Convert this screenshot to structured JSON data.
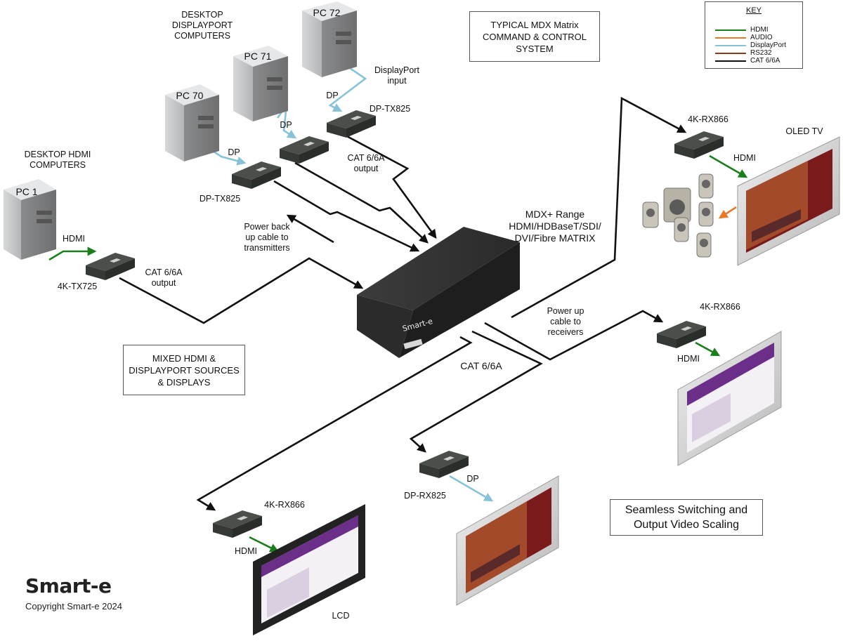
{
  "title_box": "TYPICAL MDX Matrix\nCOMMAND & CONTROL\nSYSTEM",
  "sources_box": "MIXED HDMI &\nDISPLAYPORT SOURCES\n& DISPLAYS",
  "feature_box": "Seamless Switching and\nOutput Video Scaling",
  "key": {
    "title": "KEY",
    "items": [
      {
        "label": "HDMI",
        "color": "#1a7f1a"
      },
      {
        "label": "AUDIO",
        "color": "#e8792a"
      },
      {
        "label": "DisplayPort",
        "color": "#86c2d8"
      },
      {
        "label": "RS232",
        "color": "#8b3a1a"
      },
      {
        "label": "CAT 6/6A",
        "color": "#111111"
      }
    ]
  },
  "colors": {
    "hdmi": "#1a7f1a",
    "audio": "#e8792a",
    "displayport": "#86c2d8",
    "cat": "#111111",
    "device": "#3a3f3a",
    "pc": "#b9babb"
  },
  "groups": {
    "hdmi_computers": "DESKTOP HDMI\nCOMPUTERS",
    "dp_computers": "DESKTOP\nDISPLAYPORT\nCOMPUTERS"
  },
  "computers": [
    {
      "id": "pc1",
      "label": "PC 1"
    },
    {
      "id": "pc70",
      "label": "PC 70"
    },
    {
      "id": "pc71",
      "label": "PC 71"
    },
    {
      "id": "pc72",
      "label": "PC 72"
    }
  ],
  "labels": {
    "hdmi_pc1": "HDMI",
    "tx725": "4K-TX725",
    "cat_output_1": "CAT 6/6A\noutput",
    "dp_pc70": "DP",
    "dp_pc71": "DP",
    "dp_pc72": "DP",
    "dp_input": "DisplayPort\ninput",
    "dptx825_a": "DP-TX825",
    "dptx825_b": "DP-TX825",
    "cat_output_2": "CAT 6/6A\noutput",
    "power_back": "Power back\nup cable to\ntransmitters",
    "matrix": "MDX+ Range\nHDMI/HDBaseT/SDI/\nDVI/Fibre MATRIX",
    "power_up": "Power up\ncable to\nreceivers",
    "cat_main": "CAT 6/6A",
    "rx866_top": "4K-RX866",
    "hdmi_top": "HDMI",
    "oled_tv": "OLED TV",
    "rx866_mid": "4K-RX866",
    "hdmi_mid": "HDMI",
    "rx866_bottom": "4K-RX866",
    "hdmi_bottom": "HDMI",
    "lcd": "LCD",
    "dprx825": "DP-RX825",
    "dp_out": "DP"
  },
  "brand": {
    "logo": "Smart-e",
    "device_logo": "Smart-e",
    "copyright": "Copyright Smart-e 2024"
  }
}
